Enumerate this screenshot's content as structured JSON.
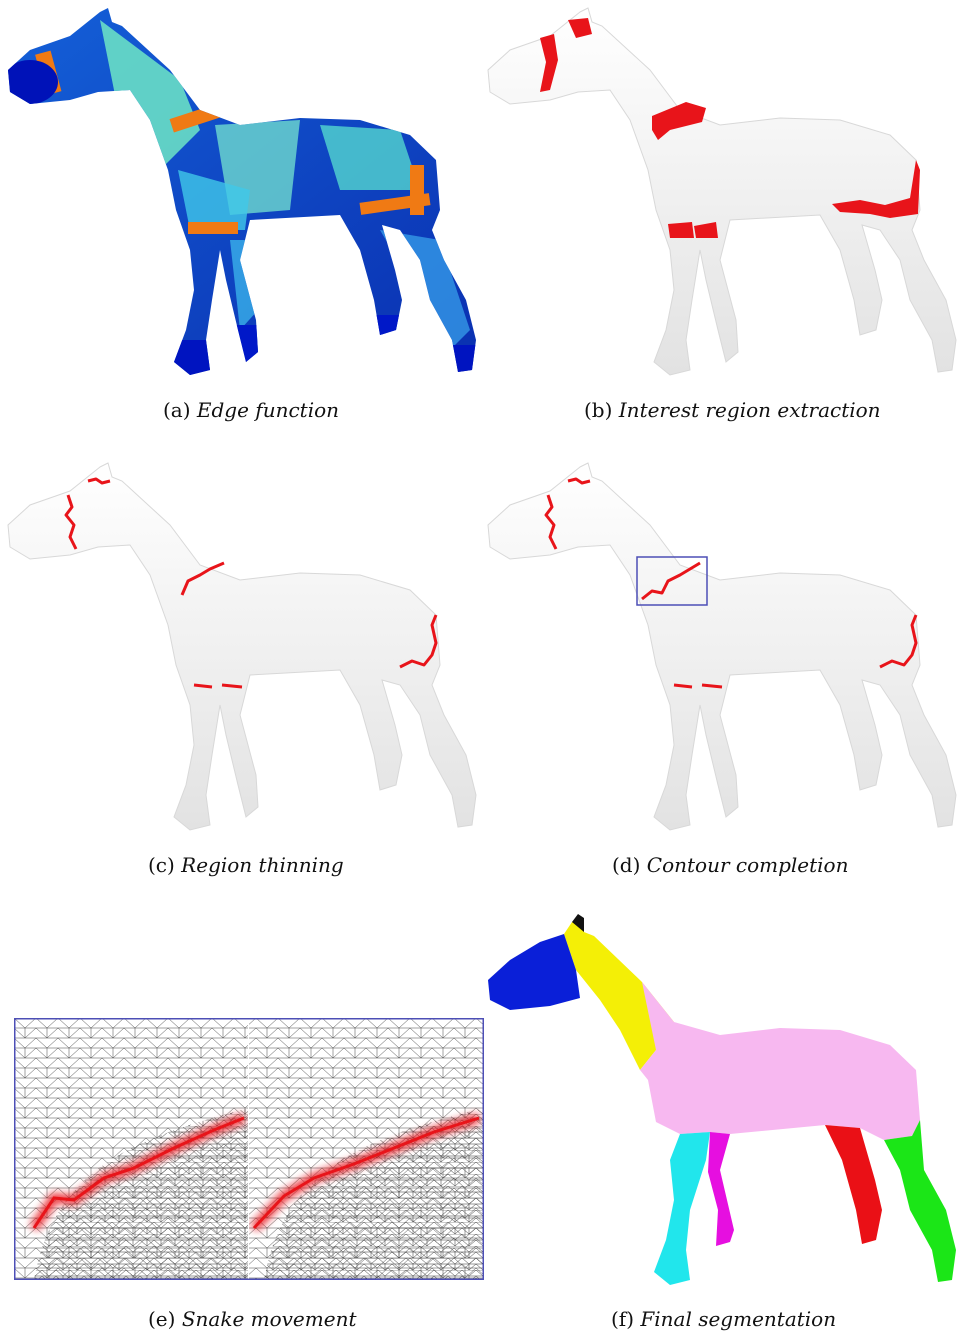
{
  "figure": {
    "panels": [
      {
        "label": "(a)",
        "caption": "Edge function"
      },
      {
        "label": "(b)",
        "caption": "Interest region extraction"
      },
      {
        "label": "(c)",
        "caption": "Region thinning"
      },
      {
        "label": "(d)",
        "caption": "Contour completion"
      },
      {
        "label": "(e)",
        "caption": "Snake movement"
      },
      {
        "label": "(f)",
        "caption": "Final segmentation"
      }
    ]
  },
  "colors": {
    "contour_red": "#e8141a",
    "frame_blue": "#4d4fb6",
    "seg_head": "#0a1fd8",
    "seg_neck": "#f4ef06",
    "seg_body": "#f7b8f0",
    "seg_leg1": "#21e6ec",
    "seg_leg2": "#e60fe0",
    "seg_leg3": "#ea1016",
    "seg_leg4": "#1be617"
  },
  "icons": [
    "horse-mesh-render",
    "triangle-mesh-zoom"
  ]
}
